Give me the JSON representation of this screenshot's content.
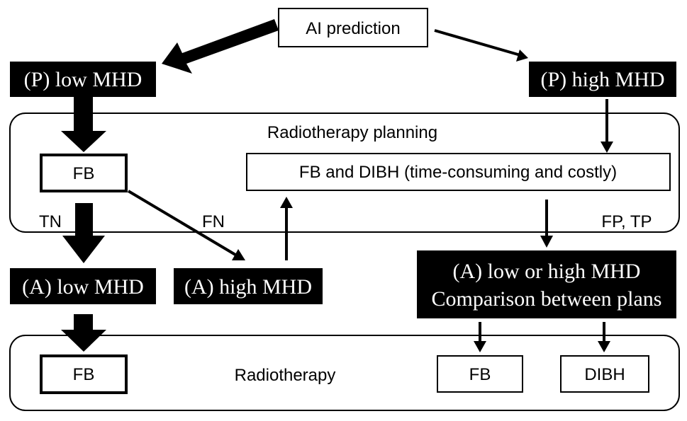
{
  "colors": {
    "ink": "#000000",
    "paper": "#ffffff"
  },
  "nodes": {
    "ai_prediction": "AI prediction",
    "pred_low": "(P) low MHD",
    "pred_high": "(P) high MHD",
    "fb_plan": "FB",
    "fb_dibh_plan": "FB and DIBH (time-consuming and costly)",
    "actual_low": "(A) low MHD",
    "actual_high": "(A) high MHD",
    "actual_compare_line1": "(A) low or high MHD",
    "actual_compare_line2": "Comparison between plans",
    "fb_rt_left": "FB",
    "fb_rt_right": "FB",
    "dibh_rt": "DIBH"
  },
  "groups": {
    "planning": "Radiotherapy planning",
    "treatment": "Radiotherapy"
  },
  "edge_labels": {
    "tn": "TN",
    "fn": "FN",
    "fp_tp": "FP, TP"
  }
}
